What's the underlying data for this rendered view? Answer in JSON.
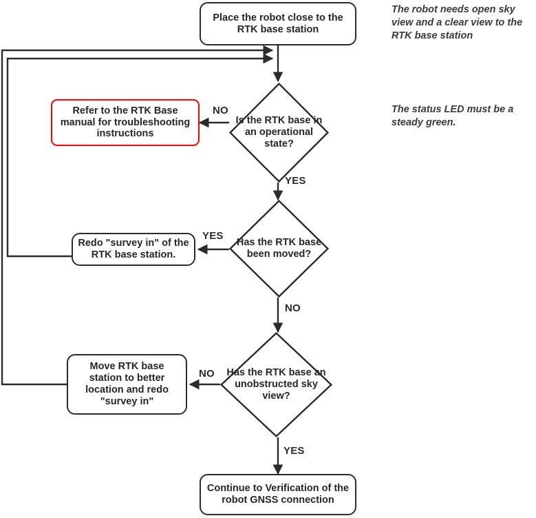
{
  "diagram": {
    "title": "RTK base station setup flowchart",
    "colors": {
      "stroke": "#2b2b2b",
      "alert_stroke": "#ff0000",
      "text": "#262626",
      "note_text": "#3a3a3a",
      "background": "#ffffff"
    },
    "nodes": {
      "start": {
        "type": "process",
        "text": "Place the robot close to the RTK base station"
      },
      "decision_operational": {
        "type": "decision",
        "text": "Is the RTK base in an operational state?"
      },
      "refer_manual": {
        "type": "process-alert",
        "text": "Refer to the RTK Base manual for troubleshooting instructions"
      },
      "decision_moved": {
        "type": "decision",
        "text": "Has the RTK base been moved?"
      },
      "redo_survey": {
        "type": "process",
        "text": "Redo \"survey in\" of the RTK base station."
      },
      "decision_sky_view": {
        "type": "decision",
        "text": "Has the RTK base an unobstructed sky view?"
      },
      "move_base": {
        "type": "process",
        "text": "Move RTK base station to better location and redo \"survey in\""
      },
      "end": {
        "type": "process",
        "text": "Continue to Verification of the robot GNSS connection"
      }
    },
    "edge_labels": {
      "operational_no": "NO",
      "operational_yes": "YES",
      "moved_yes": "YES",
      "moved_no": "NO",
      "skyview_no": "NO",
      "skyview_yes": "YES"
    },
    "notes": {
      "note_sky_view": "The robot needs open sky view and a clear view to the RTK base station",
      "note_status_led": "The status LED  must be a steady green."
    }
  }
}
